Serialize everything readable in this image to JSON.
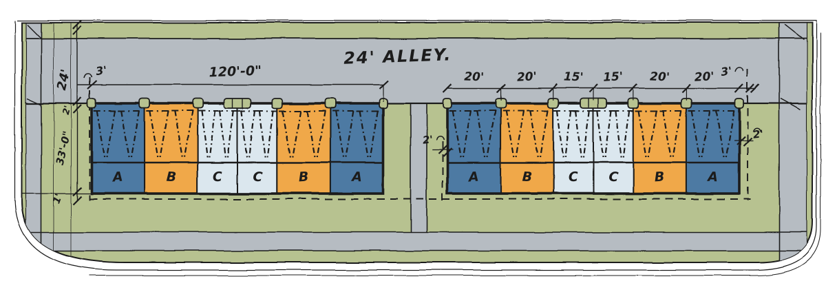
{
  "drawing": {
    "alley_label": "24' ALLEY.",
    "dims": {
      "alley_width": "24'",
      "left_block": {
        "total": "120'-0\"",
        "end_offset": "3'"
      },
      "right_block": {
        "unit_widths": [
          "20'",
          "20'",
          "15'",
          "15'",
          "20'",
          "20'"
        ],
        "end_offset": "3'",
        "left_gap": "2'",
        "right_gap": "2'"
      },
      "block_depth": "33'-0\"",
      "front_gap": "2'",
      "rear_gap": "1'"
    },
    "blocks": [
      {
        "name": "west-rowhouse-block",
        "units": [
          {
            "label": "A",
            "width_ft": 20
          },
          {
            "label": "B",
            "width_ft": 20
          },
          {
            "label": "C",
            "width_ft": 15
          },
          {
            "label": "C",
            "width_ft": 15
          },
          {
            "label": "B",
            "width_ft": 20
          },
          {
            "label": "A",
            "width_ft": 20
          }
        ]
      },
      {
        "name": "east-rowhouse-block",
        "units": [
          {
            "label": "A",
            "width_ft": 20
          },
          {
            "label": "B",
            "width_ft": 20
          },
          {
            "label": "C",
            "width_ft": 15
          },
          {
            "label": "C",
            "width_ft": 15
          },
          {
            "label": "B",
            "width_ft": 20
          },
          {
            "label": "A",
            "width_ft": 20
          }
        ]
      }
    ],
    "colors": {
      "unit_a": "#4e7aa3",
      "unit_b": "#f0a848",
      "unit_c": "#dbe7ee",
      "lawn": "#b7c290",
      "paving": "#b6bcc2",
      "ink": "#1c1c1c",
      "paper": "#ffffff"
    }
  }
}
